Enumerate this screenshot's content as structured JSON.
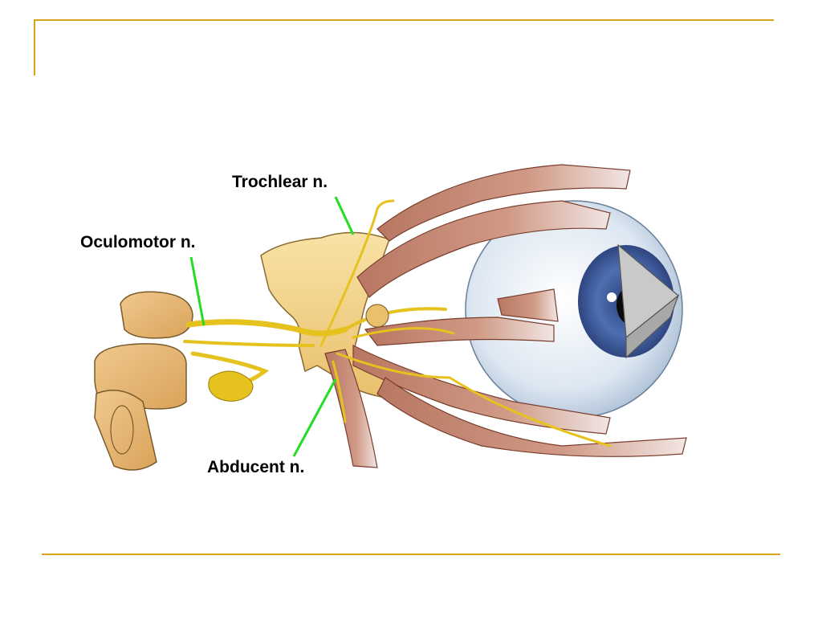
{
  "labels": {
    "trochlear": "Trochlear n.",
    "oculomotor": "Oculomotor n.",
    "abducent": "Abducent n."
  },
  "colors": {
    "accent_rule": "#d9a21b",
    "leader_line": "#22dd22",
    "nerve": "#e8c830",
    "muscle": "#c98a72",
    "bone": "#f3d58a",
    "eyeball": "#e8f0f8",
    "iris": "#4a6aa8"
  },
  "icons": [
    "eyeball-illustration"
  ]
}
